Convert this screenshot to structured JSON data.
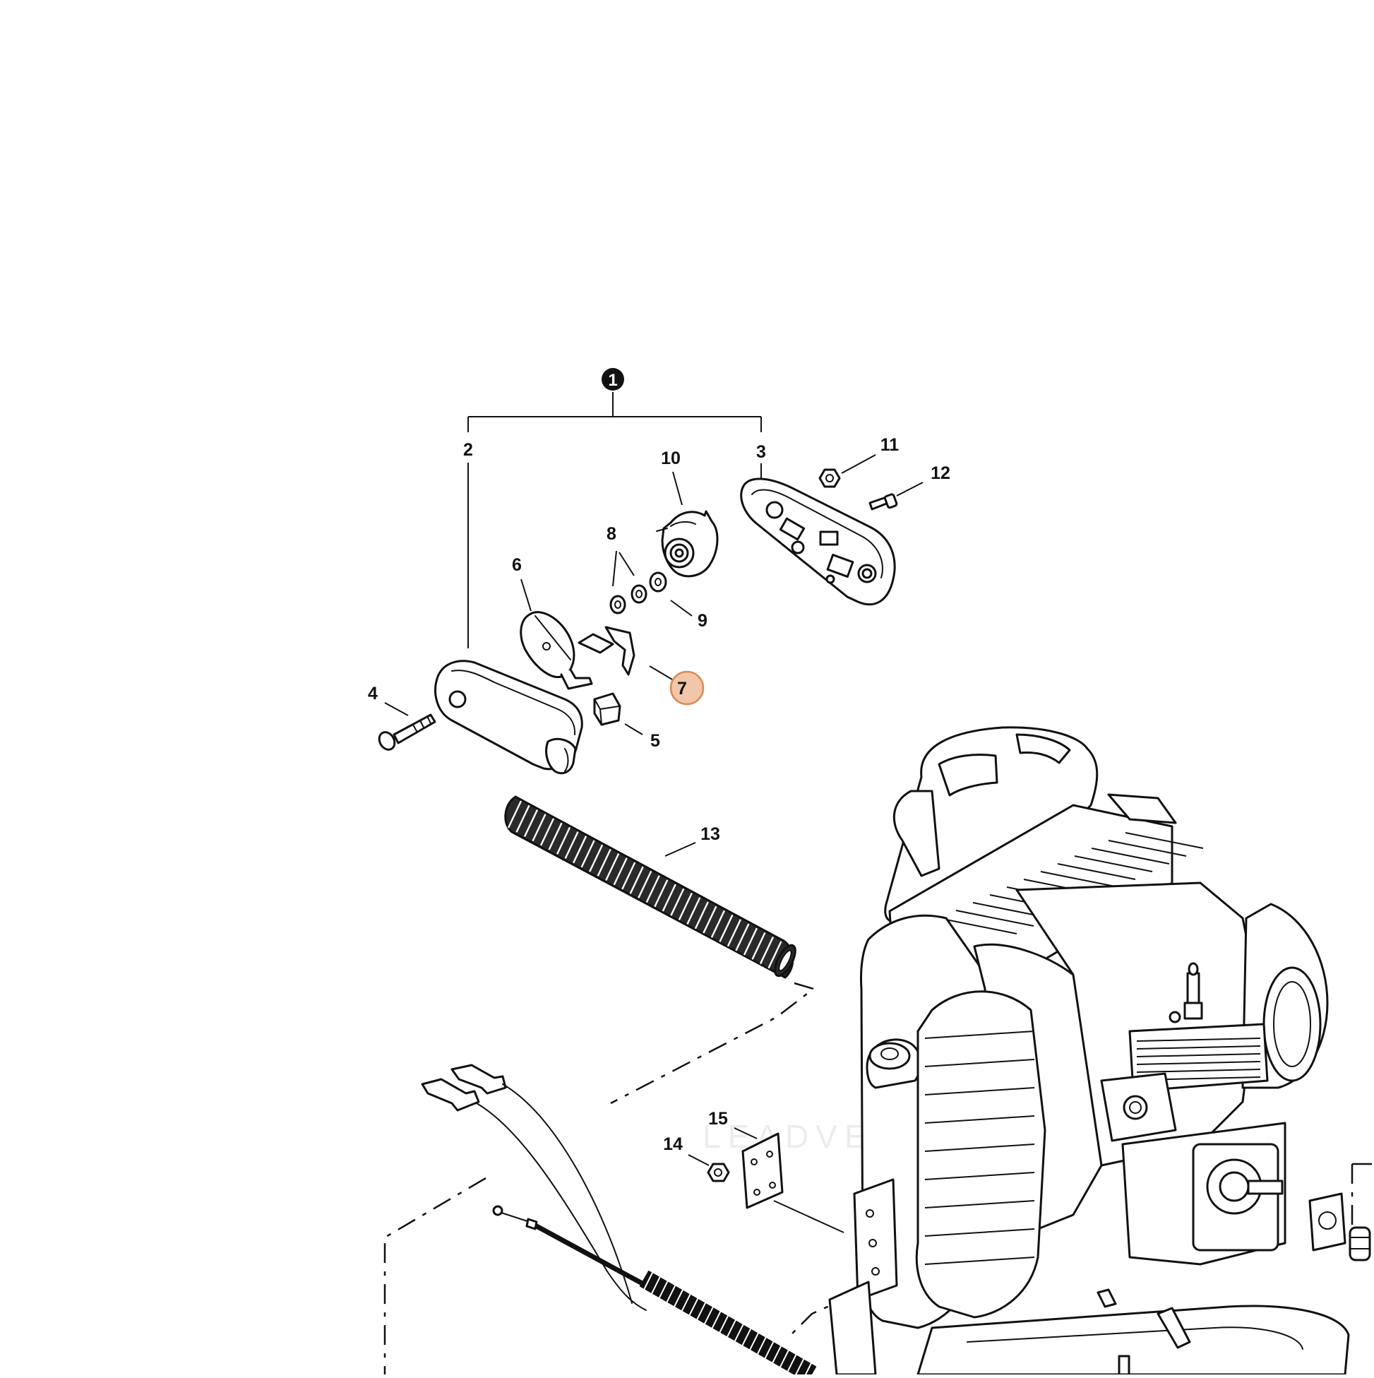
{
  "diagram": {
    "callouts": {
      "assembly": "1",
      "c2": "2",
      "c3": "3",
      "c4": "4",
      "c5": "5",
      "c6": "6",
      "c7": "7",
      "c8": "8",
      "c9": "9",
      "c10": "10",
      "c11": "11",
      "c12": "12",
      "c13": "13",
      "c14": "14",
      "c15": "15"
    },
    "highlighted_callout": "7",
    "highlight_color": "#f2c6a8",
    "highlight_stroke": "#d88a52",
    "watermark": "LEADVENT"
  }
}
